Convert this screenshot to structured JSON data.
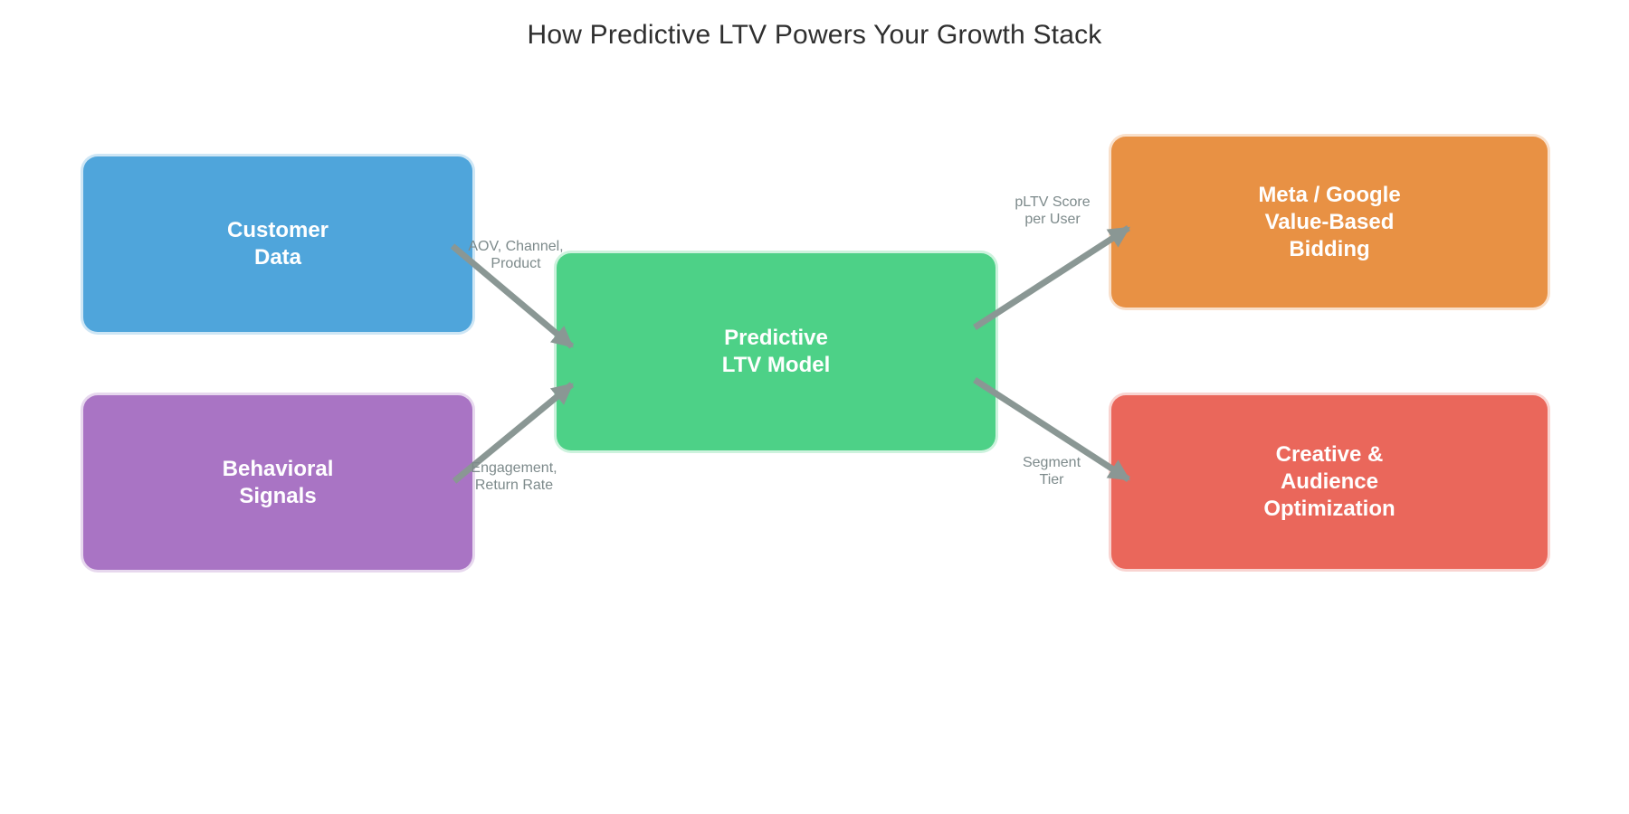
{
  "title": "How Predictive LTV Powers Your Growth Stack",
  "diagram": {
    "type": "flowchart",
    "arrow_color": "#8a9794",
    "edge_label_color": "#7d8a8b",
    "nodes": [
      {
        "id": "customer-data",
        "label": "Customer\nData",
        "color": "#4FA5DB"
      },
      {
        "id": "behavioral-signals",
        "label": "Behavioral\nSignals",
        "color": "#A974C4"
      },
      {
        "id": "predictive-ltv-model",
        "label": "Predictive\nLTV Model",
        "color": "#4DD187"
      },
      {
        "id": "meta-google-bidding",
        "label": "Meta / Google\nValue-Based\nBidding",
        "color": "#E89144"
      },
      {
        "id": "creative-audience",
        "label": "Creative &\nAudience\nOptimization",
        "color": "#EA675B"
      }
    ],
    "edges": [
      {
        "from": "customer-data",
        "to": "predictive-ltv-model",
        "label": "AOV, Channel,\nProduct"
      },
      {
        "from": "behavioral-signals",
        "to": "predictive-ltv-model",
        "label": "Engagement,\nReturn Rate"
      },
      {
        "from": "predictive-ltv-model",
        "to": "meta-google-bidding",
        "label": "pLTV Score\nper User"
      },
      {
        "from": "predictive-ltv-model",
        "to": "creative-audience",
        "label": "Segment\nTier"
      }
    ]
  }
}
